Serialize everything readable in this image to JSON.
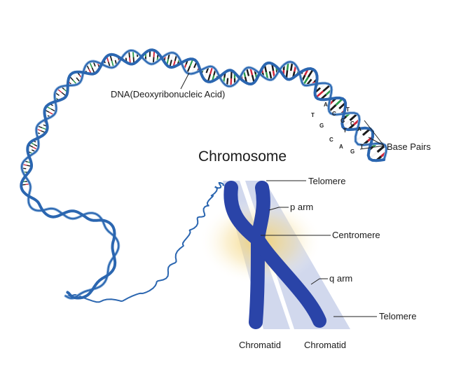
{
  "title": "Chromosome",
  "labels": {
    "dna": "DNA(Deoxyribonucleic Acid)",
    "base_pairs": "Base Pairs",
    "telomere_top": "Telomere",
    "p_arm": "p arm",
    "centromere": "Centromere",
    "q_arm": "q arm",
    "telomere_bottom": "Telomere",
    "chromatid_left": "Chromatid",
    "chromatid_right": "Chromatid"
  },
  "base_letters": [
    "T",
    "A",
    "G",
    "C",
    "G",
    "T",
    "C",
    "T",
    "C",
    "A",
    "A",
    "G",
    "T"
  ],
  "colors": {
    "dna_backbone": "#2b66b0",
    "dna_backbone_light": "#8fb4dc",
    "chromosome": "#2a44a8",
    "chromatid_band": "#c9d1ea",
    "centromere_glow": "#f2cf6b",
    "base_red": "#d2263a",
    "base_green": "#2b9a4a",
    "base_dark": "#1b1b1b",
    "base_white": "#f4f4f4"
  }
}
